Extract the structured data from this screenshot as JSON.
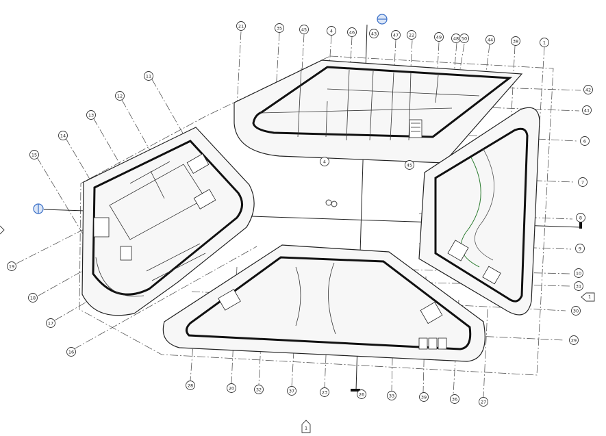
{
  "view": {
    "type": "floor-plan",
    "colors": {
      "section_marker": "#3a6fc7",
      "linework": "#222222",
      "background": "#ffffff"
    }
  },
  "grid_bubbles": [
    {
      "label": "21"
    },
    {
      "label": "35"
    },
    {
      "label": "45"
    },
    {
      "label": "4"
    },
    {
      "label": "46"
    },
    {
      "label": "43"
    },
    {
      "label": "47"
    },
    {
      "label": "22"
    },
    {
      "label": "49"
    },
    {
      "label": "48"
    },
    {
      "label": "50"
    },
    {
      "label": "44"
    },
    {
      "label": "38"
    },
    {
      "label": "1"
    },
    {
      "label": "42"
    },
    {
      "label": "41"
    },
    {
      "label": "6"
    },
    {
      "label": "7"
    },
    {
      "label": "8"
    },
    {
      "label": "9"
    },
    {
      "label": "10"
    },
    {
      "label": "31"
    },
    {
      "label": "30"
    },
    {
      "label": "29"
    },
    {
      "label": "11"
    },
    {
      "label": "12"
    },
    {
      "label": "13"
    },
    {
      "label": "14"
    },
    {
      "label": "15"
    },
    {
      "label": "19"
    },
    {
      "label": "18"
    },
    {
      "label": "17"
    },
    {
      "label": "16"
    },
    {
      "label": "28"
    },
    {
      "label": "20"
    },
    {
      "label": "32"
    },
    {
      "label": "37"
    },
    {
      "label": "23"
    },
    {
      "label": "26"
    },
    {
      "label": "33"
    },
    {
      "label": "39"
    },
    {
      "label": "36"
    },
    {
      "label": "27"
    },
    {
      "label": "4"
    },
    {
      "label": "45"
    }
  ],
  "markers": {
    "elevation_right": "1",
    "elevation_bottom": "1"
  }
}
